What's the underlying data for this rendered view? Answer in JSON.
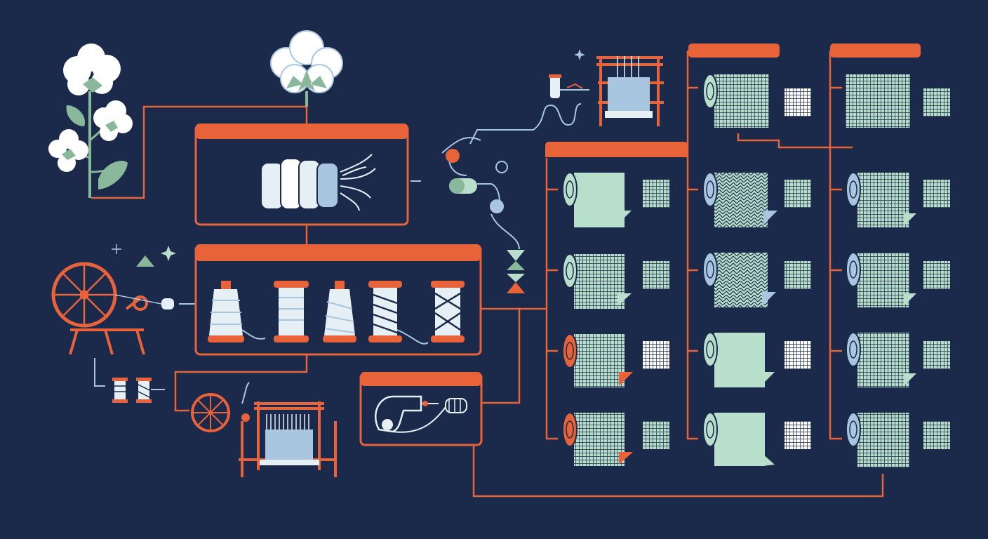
{
  "colors": {
    "background": "#1b2a4a",
    "accent": "#e8623a",
    "mint": "#b8dfcc",
    "paleblue": "#a9c6e0",
    "cotton": "#ffffff",
    "leaf": "#8ab89a",
    "thread": "#e6f0f4"
  },
  "stages": [
    {
      "id": "cotton-plant",
      "icon": "cotton-plant-icon"
    },
    {
      "id": "cotton-boll",
      "icon": "cotton-boll-icon"
    },
    {
      "id": "fiber-bale",
      "icon": "fiber-bale-icon"
    },
    {
      "id": "spinning-wheel",
      "icon": "spinning-wheel-icon"
    },
    {
      "id": "yarn-spools",
      "icon": "spool-icon",
      "count": 5
    },
    {
      "id": "small-loom",
      "icon": "loom-icon"
    },
    {
      "id": "top-loom",
      "icon": "loom-icon"
    },
    {
      "id": "sizing-machine",
      "icon": "machine-icon"
    },
    {
      "id": "fabric-column-1",
      "icon": "fabric-roll-icon",
      "count": 4
    },
    {
      "id": "fabric-column-2",
      "icon": "fabric-roll-icon",
      "count": 5
    },
    {
      "id": "fabric-column-3",
      "icon": "fabric-roll-icon",
      "count": 5
    }
  ]
}
